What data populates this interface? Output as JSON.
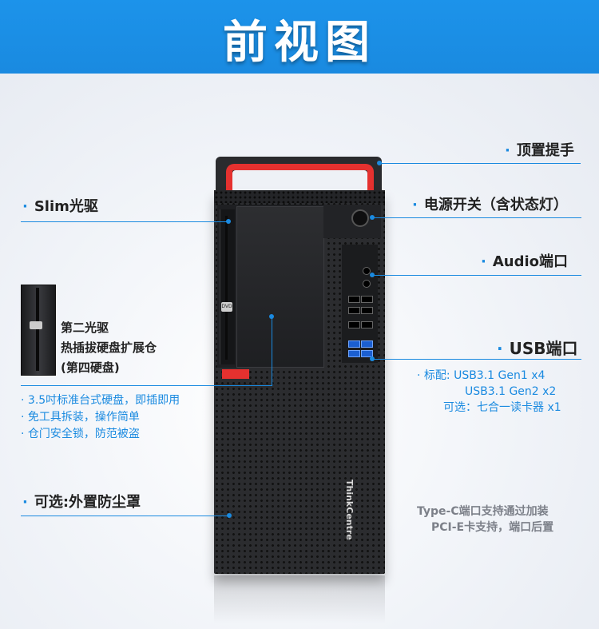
{
  "header": {
    "title": "前视图"
  },
  "callouts": {
    "top_handle": "顶置提手",
    "slim_drive": "Slim光驱",
    "power_switch": "电源开关（含状态灯）",
    "audio": "Audio端口",
    "usb": "USB端口",
    "dust_cover": "可选:外置防尘罩"
  },
  "second_drive": {
    "lines": [
      "第二光驱",
      "热插拔硬盘扩展仓",
      "(第四硬盘)"
    ],
    "notes": [
      "3.5吋标准台式硬盘，即插即用",
      "免工具拆装，操作简单",
      "仓门安全锁，防范被盗"
    ]
  },
  "usb_notes": [
    "标配: USB3.1 Gen1 x4",
    "USB3.1 Gen2 x2",
    "可选：七合一读卡器 x1"
  ],
  "typec_notes": [
    "Type-C端口支持通过加装",
    "PCI-E卡支持，端口后置"
  ],
  "device": {
    "brand": "ThinkCentre",
    "dvd_label": "DVD"
  },
  "colors": {
    "accent": "#1a8ae0",
    "handle": "#e5312f"
  }
}
